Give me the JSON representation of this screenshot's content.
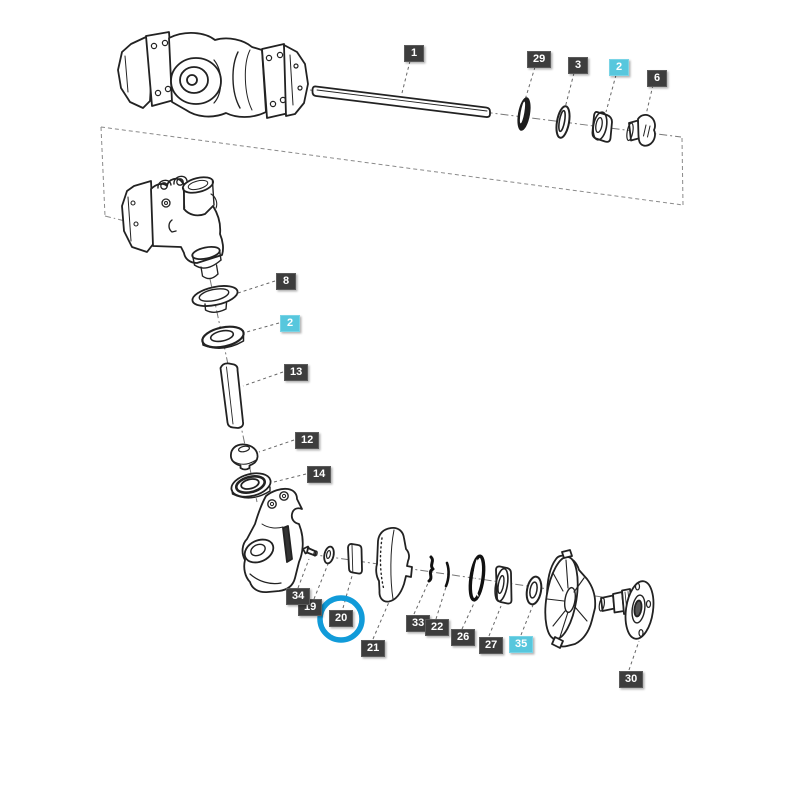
{
  "diagram": {
    "type": "exploded-parts-diagram",
    "background": "#ffffff",
    "line_color": "#222222",
    "callout_style": {
      "bg": "#3d3d3d",
      "text_color": "#ffffff",
      "highlight_bg": "#57c7dd"
    },
    "highlight_circle": {
      "around_label": "20",
      "color": "#119bd9"
    },
    "callouts": [
      {
        "label": "1",
        "highlighted": false,
        "circled": false
      },
      {
        "label": "29",
        "highlighted": false,
        "circled": false
      },
      {
        "label": "3",
        "highlighted": false,
        "circled": false
      },
      {
        "label": "2",
        "highlighted": true,
        "circled": false
      },
      {
        "label": "6",
        "highlighted": false,
        "circled": false
      },
      {
        "label": "8",
        "highlighted": false,
        "circled": false
      },
      {
        "label": "2",
        "highlighted": true,
        "circled": false
      },
      {
        "label": "13",
        "highlighted": false,
        "circled": false
      },
      {
        "label": "12",
        "highlighted": false,
        "circled": false
      },
      {
        "label": "14",
        "highlighted": false,
        "circled": false
      },
      {
        "label": "34",
        "highlighted": false,
        "circled": false
      },
      {
        "label": "19",
        "highlighted": false,
        "circled": false
      },
      {
        "label": "20",
        "highlighted": false,
        "circled": true
      },
      {
        "label": "21",
        "highlighted": false,
        "circled": false
      },
      {
        "label": "33",
        "highlighted": false,
        "circled": false
      },
      {
        "label": "22",
        "highlighted": false,
        "circled": false
      },
      {
        "label": "26",
        "highlighted": false,
        "circled": false
      },
      {
        "label": "27",
        "highlighted": false,
        "circled": false
      },
      {
        "label": "35",
        "highlighted": true,
        "circled": false
      },
      {
        "label": "30",
        "highlighted": false,
        "circled": false
      }
    ]
  }
}
